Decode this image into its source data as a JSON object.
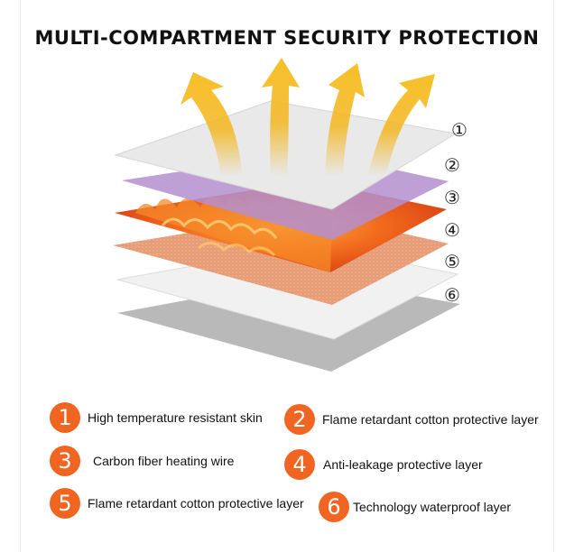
{
  "title": "MULTI-COMPARTMENT SECURITY PROTECTION",
  "layer_markers": [
    "①",
    "②",
    "③",
    "④",
    "⑤",
    "⑥"
  ],
  "legend": [
    {
      "number": "1",
      "label": "High temperature resistant skin"
    },
    {
      "number": "2",
      "label": "Flame retardant cotton protective layer"
    },
    {
      "number": "3",
      "label": "Carbon fiber heating wire"
    },
    {
      "number": "4",
      "label": "Anti-leakage protective layer"
    },
    {
      "number": "5",
      "label": "Flame retardant cotton protective layer"
    },
    {
      "number": "6",
      "label": "Technology waterproof  layer"
    }
  ],
  "colors": {
    "badge": "#f16522",
    "arrow": "#f3b61f",
    "layer_1": "#e9e9e9",
    "layer_2": "#b48fcf",
    "layer_3": "#e8501c",
    "layer_4": "#e79d77",
    "layer_5": "#f1f1f1",
    "layer_6": "#b9b9b9"
  },
  "icons": [
    "heat-arrow-icon",
    "flame-icon"
  ]
}
